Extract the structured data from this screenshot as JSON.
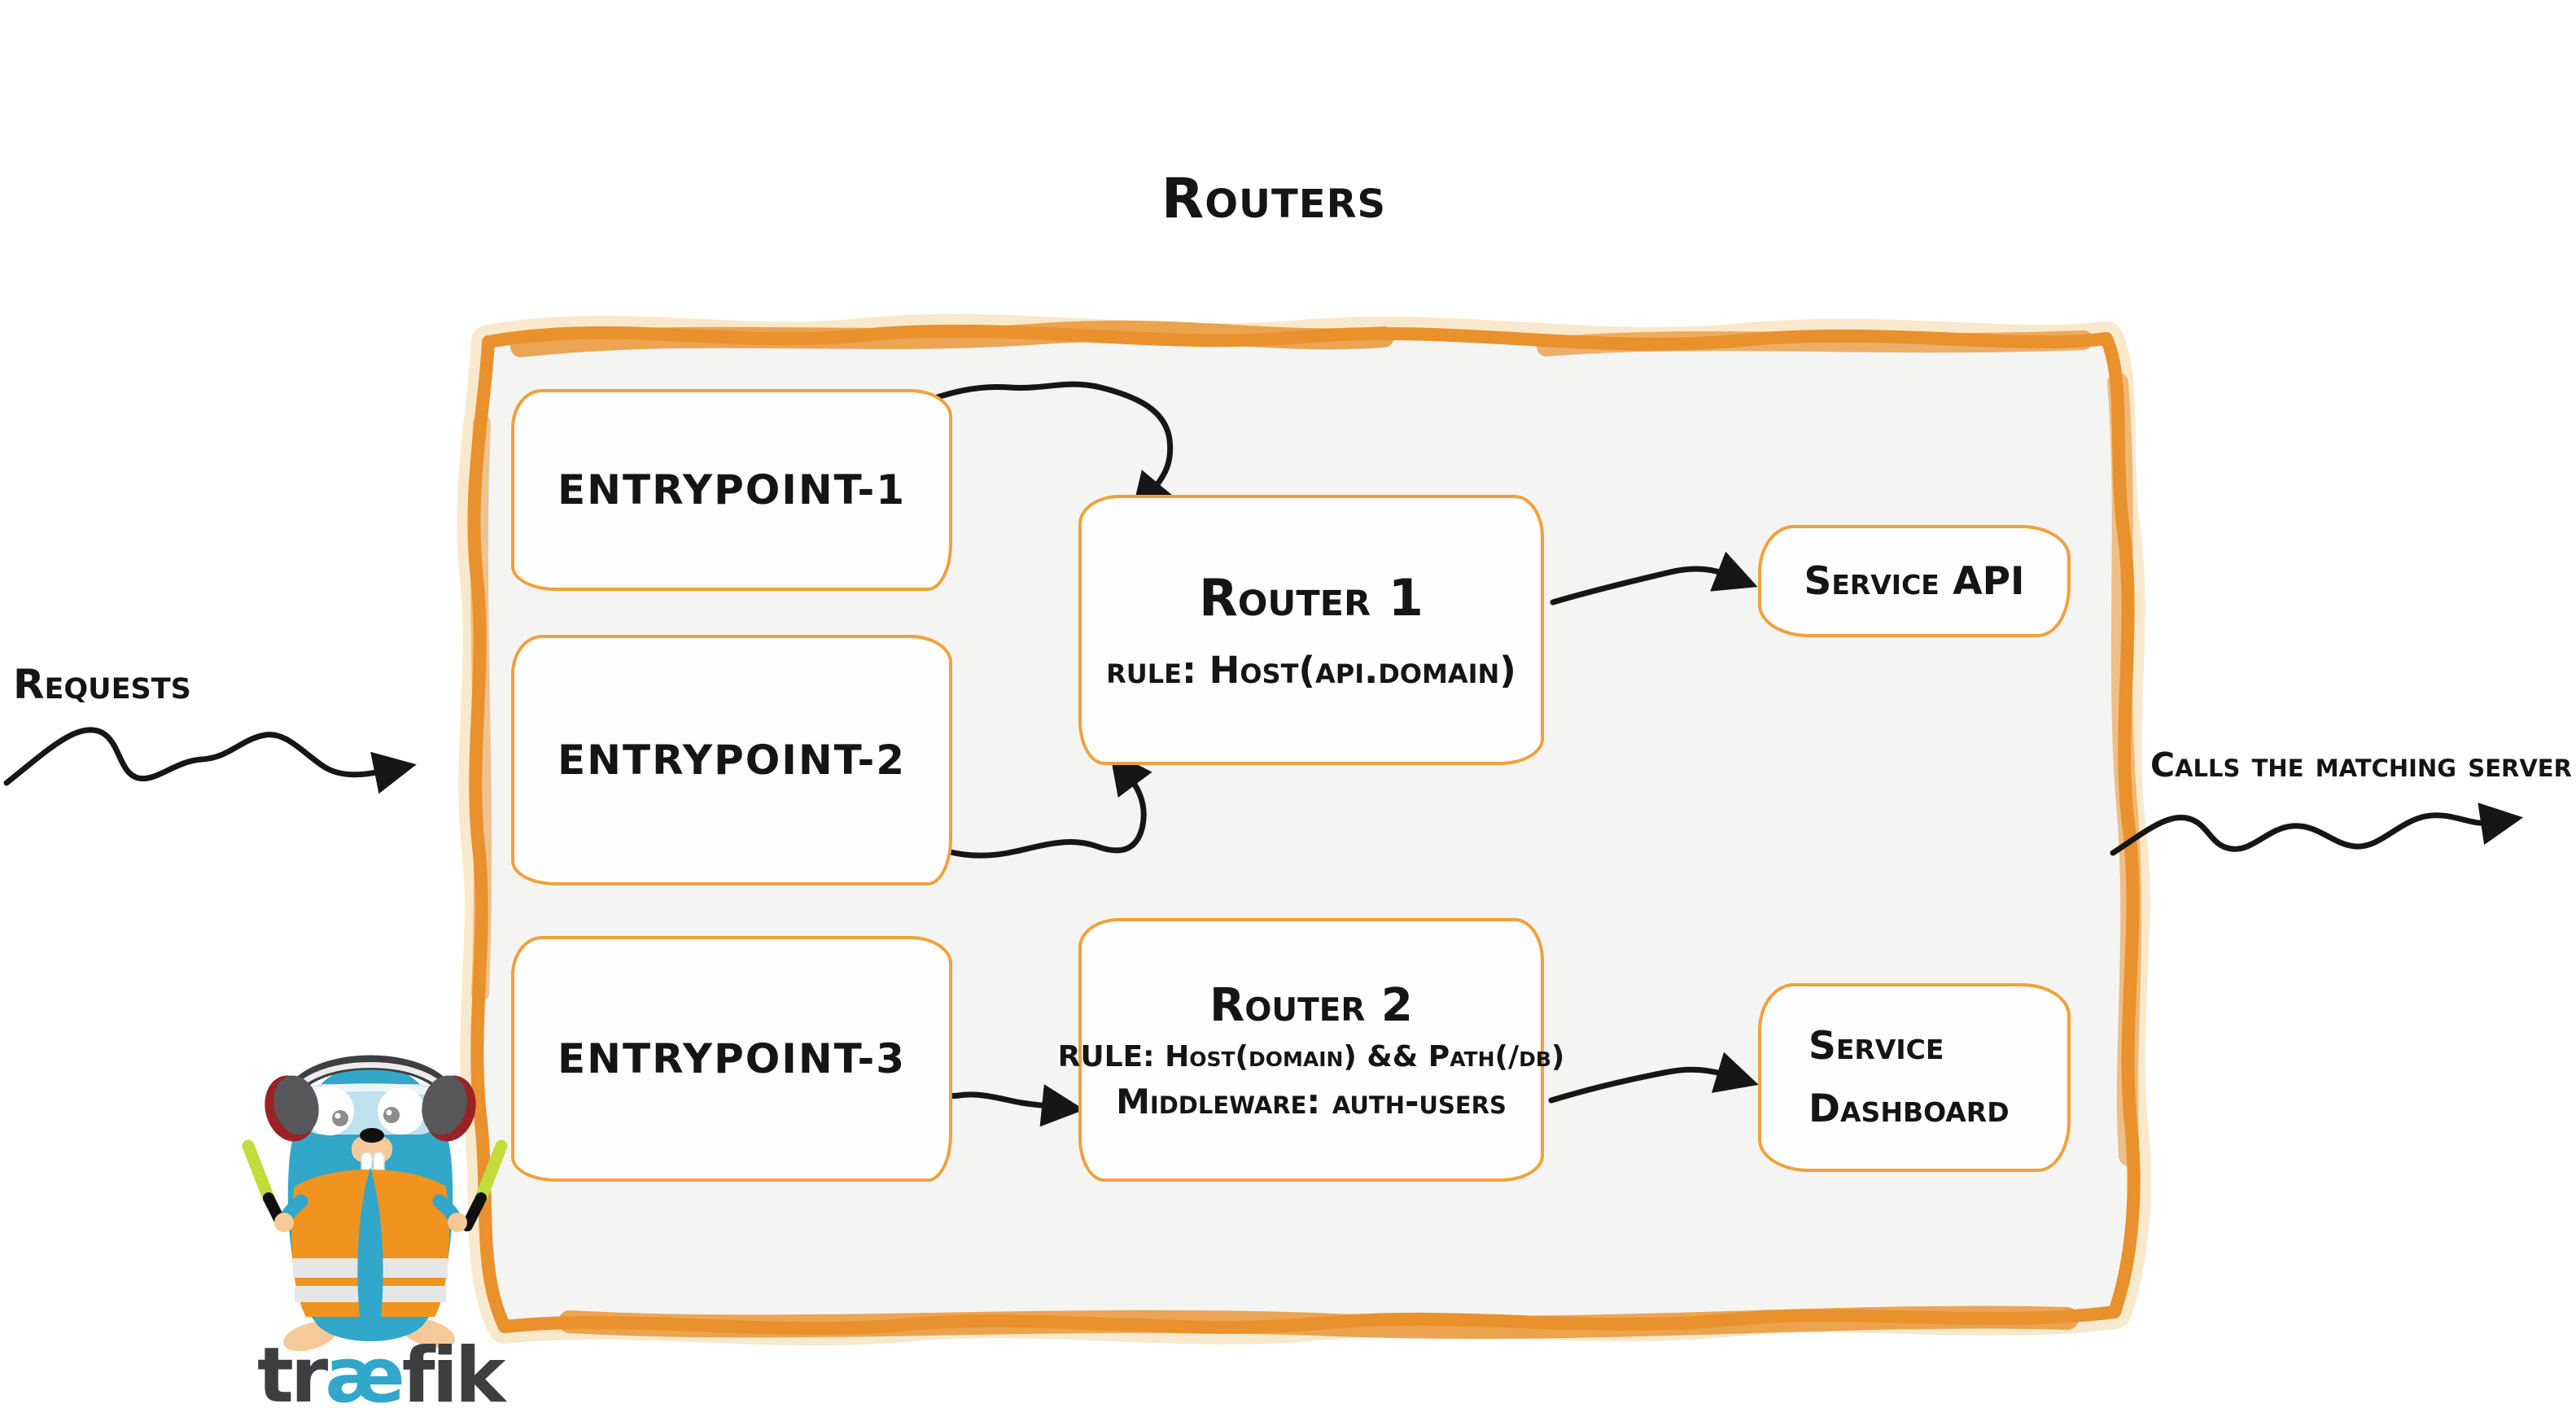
{
  "title": "Routers",
  "side_labels": {
    "requests": "Requests",
    "calls_matching_server": "Calls the matching server"
  },
  "entrypoints": [
    {
      "label": "entrypoint-1"
    },
    {
      "label": "entrypoint-2"
    },
    {
      "label": "entrypoint-3"
    }
  ],
  "routers": [
    {
      "name": "Router 1",
      "rule": "rule: Host(api.domain)"
    },
    {
      "name": "Router 2",
      "rule": "RULE: Host(domain) && Path(/db)",
      "middleware": "Middleware: auth-users"
    }
  ],
  "services": [
    {
      "label": "Service API"
    },
    {
      "line1": "Service",
      "line2": "Dashboard"
    }
  ],
  "logo": {
    "wordmark_pre": "tr",
    "wordmark_ae": "æ",
    "wordmark_post": "fik",
    "mascot": "traefik-gopher"
  },
  "arrows": [
    {
      "name": "requests-arrow",
      "from": "requests",
      "to": "routers-container"
    },
    {
      "name": "entrypoint1-to-router1-arrow",
      "from": "entrypoint-1",
      "to": "Router 1"
    },
    {
      "name": "entrypoint2-to-router1-arrow",
      "from": "entrypoint-2",
      "to": "Router 1"
    },
    {
      "name": "entrypoint3-to-router2-arrow",
      "from": "entrypoint-3",
      "to": "Router 2"
    },
    {
      "name": "router1-to-service-api-arrow",
      "from": "Router 1",
      "to": "Service API"
    },
    {
      "name": "router2-to-service-dashboard-arrow",
      "from": "Router 2",
      "to": "Service Dashboard"
    },
    {
      "name": "calls-matching-server-arrow",
      "from": "routers-container",
      "to": "matching server"
    }
  ],
  "colors": {
    "container_border": "#e8912d",
    "container_fill": "#f4f4f3",
    "box_border": "#f0a13b",
    "arrow": "#161616",
    "text": "#151515",
    "traefik_blue": "#31a7c9",
    "vest_orange": "#f0941f",
    "baton_green": "#c3dc3c",
    "wordmark_gray": "#3d3e3f"
  }
}
